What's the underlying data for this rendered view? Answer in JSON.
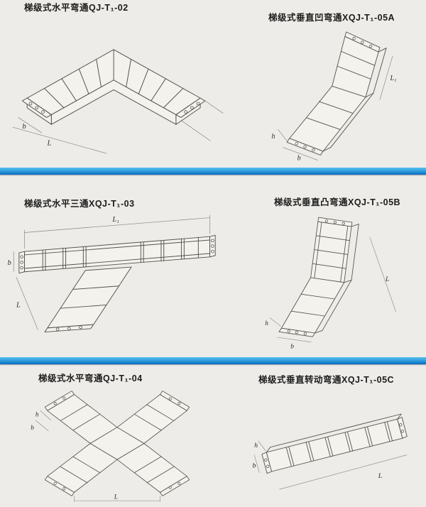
{
  "page": {
    "background": "#edece8",
    "divider_color_top": "#56c1ee",
    "divider_color_bottom": "#0a6dbf",
    "line_color": "#54524c"
  },
  "cells": [
    {
      "id": "qj-t1-02",
      "title": "梯级式水平弯通QJ-T₁-02",
      "labels": {
        "b": "b",
        "L": "L"
      }
    },
    {
      "id": "xqj-t1-05a",
      "title": "梯级式垂直凹弯通XQJ-T₁-05A",
      "labels": {
        "L1": "L₁",
        "h": "h",
        "b": "b"
      }
    },
    {
      "id": "xqj-t1-03",
      "title": "梯级式水平三通XQJ-T₁-03",
      "labels": {
        "L1": "L₁",
        "b": "b",
        "L": "L"
      }
    },
    {
      "id": "xqj-t1-05b",
      "title": "梯级式垂直凸弯通XQJ-T₁-05B",
      "labels": {
        "L": "L",
        "h": "h",
        "b": "b"
      }
    },
    {
      "id": "qj-t1-04",
      "title": "梯级式水平弯通QJ-T₁-04",
      "labels": {
        "h": "h",
        "b": "b",
        "L": "L"
      }
    },
    {
      "id": "xqj-t1-05c",
      "title": "梯级式垂直转动弯通XQJ-T₁-05C",
      "labels": {
        "h": "h",
        "b": "b",
        "L": "L"
      }
    }
  ]
}
